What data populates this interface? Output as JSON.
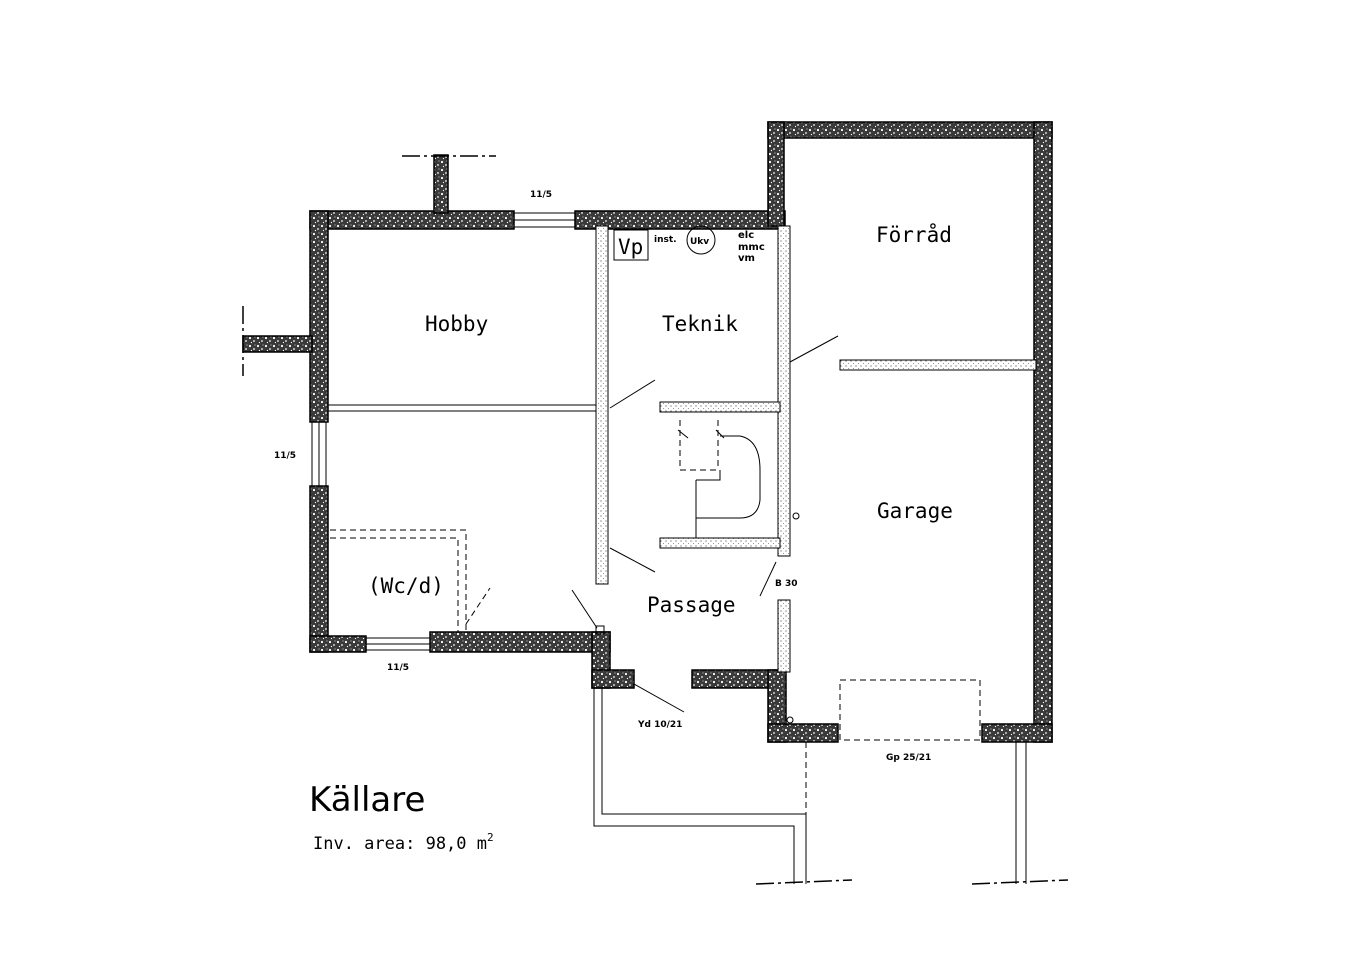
{
  "rooms": {
    "hobby": "Hobby",
    "teknik": "Teknik",
    "forrad": "Förråd",
    "garage": "Garage",
    "passage": "Passage",
    "wc": "(Wc/d)"
  },
  "equipment": {
    "vp": "Vp",
    "inst": "inst.",
    "ukv": "Ukv",
    "elc": "elc",
    "mmc": "mmc",
    "vm": "vm"
  },
  "dimensions": {
    "window_top": "11/5",
    "window_left": "11/5",
    "window_bottom": "11/5",
    "door_passage": "B 30",
    "door_outer": "Yd 10/21",
    "garage_door": "Gp 25/21"
  },
  "footer": {
    "title": "Källare",
    "area_label": "Inv. area: 98,0 m",
    "area_unit_sup": "2"
  }
}
